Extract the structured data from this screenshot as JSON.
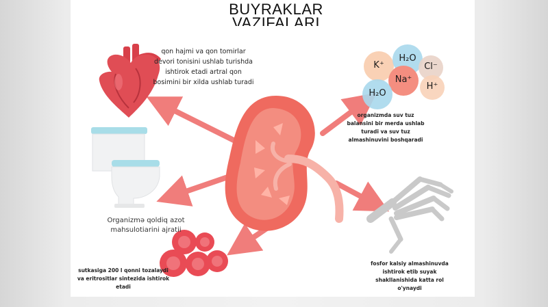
{
  "title": {
    "line1": "BUYRAKLAR",
    "line2": "VAZIFALARI"
  },
  "functions": {
    "heart": "qon hajmi va qon tomirlar devori tonisini ushlab turishda ishtirok etadi artral qon bosimini bir xilda ushlab turadi",
    "toilet": "Organizmə qoldiq azot mahsulotiarini ajratii",
    "blood": "sutkasiga 200 l qonni tozalaydi va eritrositlar sintezida ishtirok etadi",
    "ions": "organizmda suv tuz balansini bir merda ushlab turadi va suv tuz almashinuvini boshqaradi",
    "bone": "fosfor kalsiy almashinuvda ishtirok etib suyak shakllanishida katta rol o'ynaydi"
  },
  "ions": {
    "k": "K⁺",
    "h2o_top": "H₂O",
    "cl": "Cl⁻",
    "na": "Na⁺",
    "h": "H⁺",
    "h2o_bottom": "H₂O"
  },
  "colors": {
    "arrow": "#f07d7b",
    "kidney": "#ef6a5f",
    "heart": "#e04d55",
    "blood_cell": "#e94b55",
    "toilet_rim": "#a8dde8",
    "bone": "#c9c9c9"
  }
}
